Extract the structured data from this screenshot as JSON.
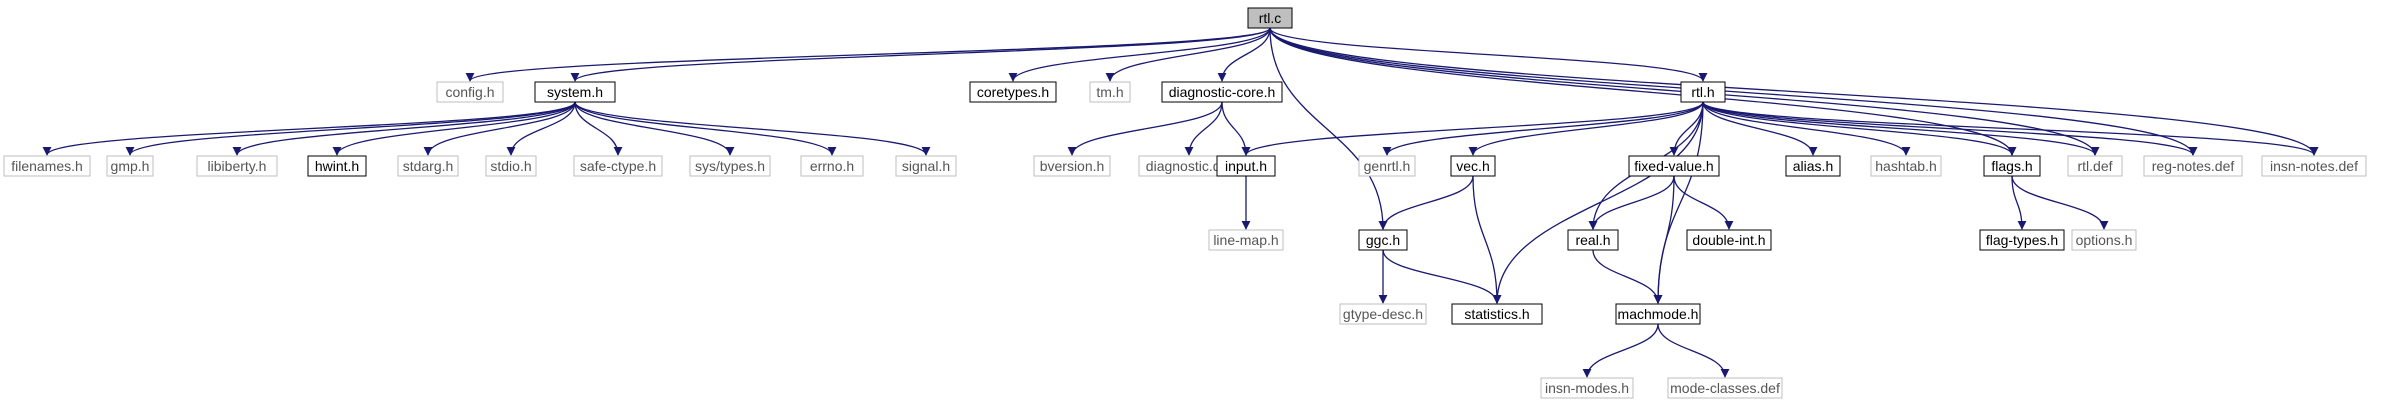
{
  "graph": {
    "colors": {
      "edge": "#191970",
      "box_solid": "#000000",
      "box_gray": "#bfbfbf",
      "root_fill": "#bfbfbf",
      "background": "#ffffff"
    },
    "nodes": [
      {
        "id": "rtl_c",
        "label": "rtl.c",
        "style": "root"
      },
      {
        "id": "config_h",
        "label": "config.h",
        "style": "gray"
      },
      {
        "id": "system_h",
        "label": "system.h",
        "style": "solid"
      },
      {
        "id": "coretypes_h",
        "label": "coretypes.h",
        "style": "solid"
      },
      {
        "id": "tm_h",
        "label": "tm.h",
        "style": "gray"
      },
      {
        "id": "diagnostic_core_h",
        "label": "diagnostic-core.h",
        "style": "solid"
      },
      {
        "id": "rtl_h",
        "label": "rtl.h",
        "style": "solid"
      },
      {
        "id": "filenames_h",
        "label": "filenames.h",
        "style": "gray"
      },
      {
        "id": "gmp_h",
        "label": "gmp.h",
        "style": "gray"
      },
      {
        "id": "libiberty_h",
        "label": "libiberty.h",
        "style": "gray"
      },
      {
        "id": "hwint_h",
        "label": "hwint.h",
        "style": "solid"
      },
      {
        "id": "stdarg_h",
        "label": "stdarg.h",
        "style": "gray"
      },
      {
        "id": "stdio_h",
        "label": "stdio.h",
        "style": "gray"
      },
      {
        "id": "safe_ctype_h",
        "label": "safe-ctype.h",
        "style": "gray"
      },
      {
        "id": "sys_types_h",
        "label": "sys/types.h",
        "style": "gray"
      },
      {
        "id": "errno_h",
        "label": "errno.h",
        "style": "gray"
      },
      {
        "id": "signal_h",
        "label": "signal.h",
        "style": "gray"
      },
      {
        "id": "bversion_h",
        "label": "bversion.h",
        "style": "gray"
      },
      {
        "id": "diagnostic_def",
        "label": "diagnostic.def",
        "style": "gray"
      },
      {
        "id": "input_h",
        "label": "input.h",
        "style": "solid"
      },
      {
        "id": "gentrl_h",
        "label": "genrtl.h",
        "style": "gray"
      },
      {
        "id": "vec_h",
        "label": "vec.h",
        "style": "solid"
      },
      {
        "id": "fixed_value_h",
        "label": "fixed-value.h",
        "style": "solid"
      },
      {
        "id": "alias_h",
        "label": "alias.h",
        "style": "solid"
      },
      {
        "id": "hashtab_h",
        "label": "hashtab.h",
        "style": "gray"
      },
      {
        "id": "flags_h",
        "label": "flags.h",
        "style": "solid"
      },
      {
        "id": "rtl_def",
        "label": "rtl.def",
        "style": "gray"
      },
      {
        "id": "reg_notes_def",
        "label": "reg-notes.def",
        "style": "gray"
      },
      {
        "id": "insn_notes_def",
        "label": "insn-notes.def",
        "style": "gray"
      },
      {
        "id": "line_map_h",
        "label": "line-map.h",
        "style": "gray"
      },
      {
        "id": "ggc_h",
        "label": "ggc.h",
        "style": "solid"
      },
      {
        "id": "real_h",
        "label": "real.h",
        "style": "solid"
      },
      {
        "id": "double_int_h",
        "label": "double-int.h",
        "style": "solid"
      },
      {
        "id": "flag_types_h",
        "label": "flag-types.h",
        "style": "solid"
      },
      {
        "id": "options_h",
        "label": "options.h",
        "style": "gray"
      },
      {
        "id": "gtype_desc_h",
        "label": "gtype-desc.h",
        "style": "gray"
      },
      {
        "id": "statistics_h",
        "label": "statistics.h",
        "style": "solid"
      },
      {
        "id": "machmode_h",
        "label": "machmode.h",
        "style": "solid"
      },
      {
        "id": "insn_modes_h",
        "label": "insn-modes.h",
        "style": "gray"
      },
      {
        "id": "mode_classes_def",
        "label": "mode-classes.def",
        "style": "gray"
      }
    ],
    "edges": [
      [
        "rtl_c",
        "config_h"
      ],
      [
        "rtl_c",
        "system_h"
      ],
      [
        "rtl_c",
        "coretypes_h"
      ],
      [
        "rtl_c",
        "tm_h"
      ],
      [
        "rtl_c",
        "diagnostic_core_h"
      ],
      [
        "rtl_c",
        "ggc_h"
      ],
      [
        "rtl_c",
        "rtl_h"
      ],
      [
        "rtl_c",
        "flags_h"
      ],
      [
        "rtl_c",
        "rtl_def"
      ],
      [
        "rtl_c",
        "reg_notes_def"
      ],
      [
        "rtl_c",
        "insn_notes_def"
      ],
      [
        "system_h",
        "filenames_h"
      ],
      [
        "system_h",
        "gmp_h"
      ],
      [
        "system_h",
        "libiberty_h"
      ],
      [
        "system_h",
        "hwint_h"
      ],
      [
        "system_h",
        "stdarg_h"
      ],
      [
        "system_h",
        "stdio_h"
      ],
      [
        "system_h",
        "safe_ctype_h"
      ],
      [
        "system_h",
        "sys_types_h"
      ],
      [
        "system_h",
        "errno_h"
      ],
      [
        "system_h",
        "signal_h"
      ],
      [
        "diagnostic_core_h",
        "bversion_h"
      ],
      [
        "diagnostic_core_h",
        "diagnostic_def"
      ],
      [
        "diagnostic_core_h",
        "input_h"
      ],
      [
        "rtl_h",
        "input_h"
      ],
      [
        "rtl_h",
        "statistics_h"
      ],
      [
        "rtl_h",
        "gentrl_h"
      ],
      [
        "rtl_h",
        "vec_h"
      ],
      [
        "rtl_h",
        "real_h"
      ],
      [
        "rtl_h",
        "fixed_value_h"
      ],
      [
        "rtl_h",
        "machmode_h"
      ],
      [
        "rtl_h",
        "alias_h"
      ],
      [
        "rtl_h",
        "hashtab_h"
      ],
      [
        "rtl_h",
        "flags_h"
      ],
      [
        "rtl_h",
        "rtl_def"
      ],
      [
        "rtl_h",
        "reg_notes_def"
      ],
      [
        "rtl_h",
        "insn_notes_def"
      ],
      [
        "input_h",
        "line_map_h"
      ],
      [
        "vec_h",
        "ggc_h"
      ],
      [
        "vec_h",
        "statistics_h"
      ],
      [
        "ggc_h",
        "gtype_desc_h"
      ],
      [
        "ggc_h",
        "statistics_h"
      ],
      [
        "fixed_value_h",
        "real_h"
      ],
      [
        "fixed_value_h",
        "double_int_h"
      ],
      [
        "fixed_value_h",
        "machmode_h"
      ],
      [
        "real_h",
        "machmode_h"
      ],
      [
        "flags_h",
        "flag_types_h"
      ],
      [
        "flags_h",
        "options_h"
      ],
      [
        "machmode_h",
        "insn_modes_h"
      ],
      [
        "machmode_h",
        "mode_classes_def"
      ]
    ]
  }
}
